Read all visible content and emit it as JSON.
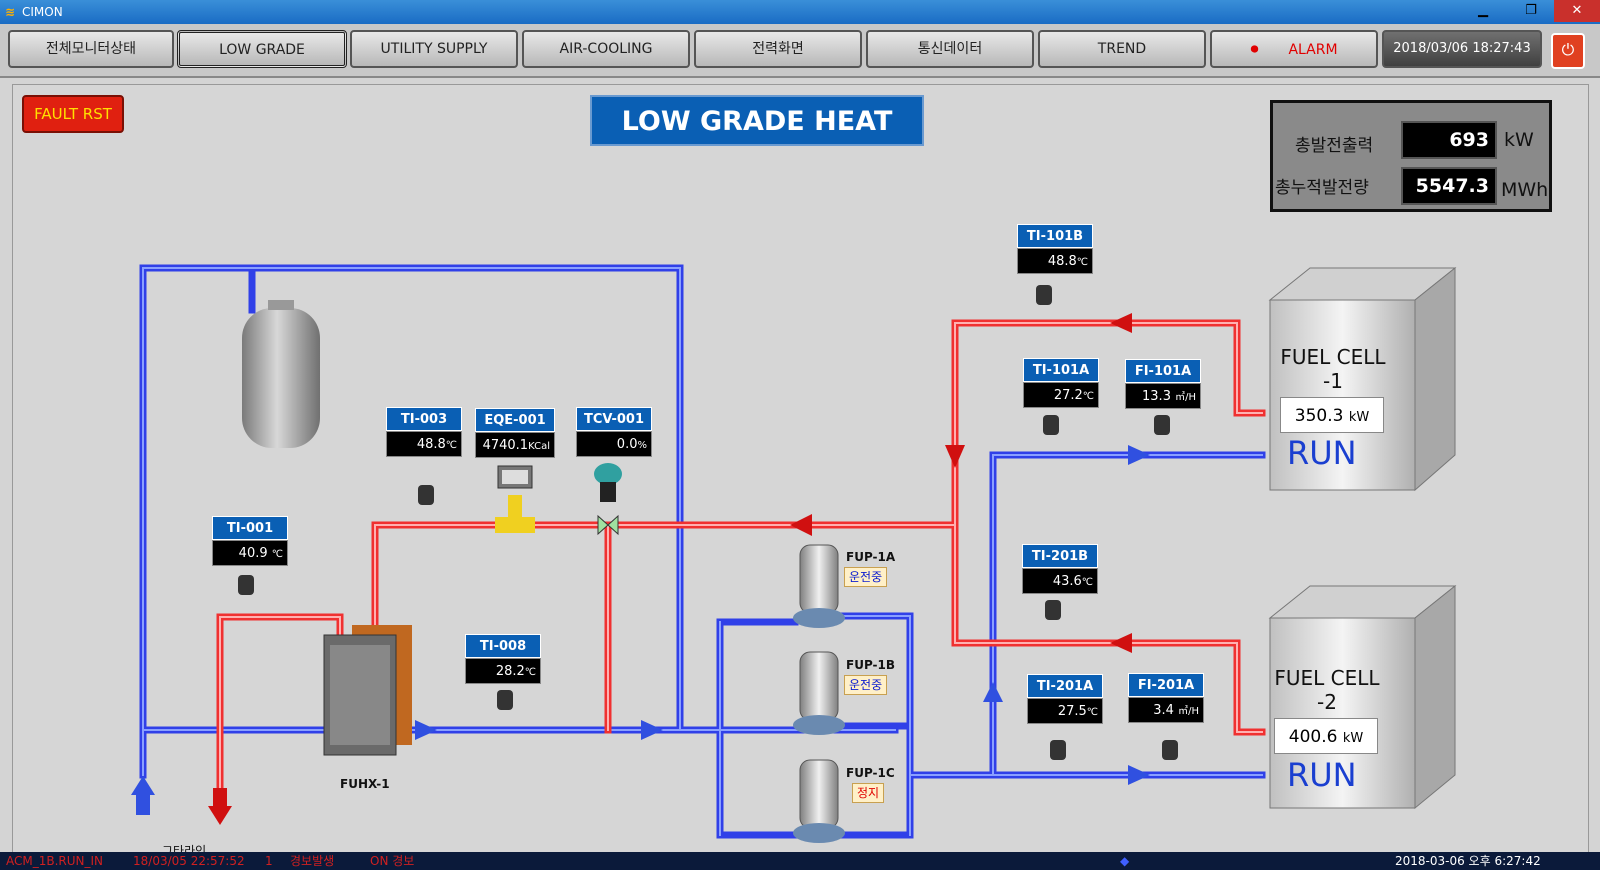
{
  "window": {
    "app_title": "CIMON",
    "min_icon": "minimize-icon",
    "max_icon": "restore-icon",
    "close_icon": "close-icon"
  },
  "menu": {
    "items": [
      "전체모니터상태",
      "LOW GRADE",
      "UTILITY SUPPLY",
      "AIR-COOLING",
      "전력화면",
      "통신데이터",
      "TREND"
    ],
    "alarm_label": "ALARM",
    "alarm_icon": "alarm-siren-icon",
    "datetime": "2018/03/06 18:27:43",
    "power_icon": "power-icon"
  },
  "main": {
    "fault_reset": "FAULT RST",
    "title": "LOW GRADE HEAT",
    "power_panel": {
      "total_output_label": "총발전출력",
      "total_output_value": "693",
      "total_output_unit": "kW",
      "cumulative_label": "총누적발전량",
      "cumulative_value": "5547.3",
      "cumulative_unit": "MWh"
    }
  },
  "tags": {
    "ti001": {
      "name": "TI-001",
      "value": "40.9",
      "unit": "℃"
    },
    "ti003": {
      "name": "TI-003",
      "value": "48.8",
      "unit": "℃"
    },
    "eqe001": {
      "name": "EQE-001",
      "value": "4740.1",
      "unit": "KCal"
    },
    "tcv001": {
      "name": "TCV-001",
      "value": "0.0",
      "unit": "%"
    },
    "ti008": {
      "name": "TI-008",
      "value": "28.2",
      "unit": "℃"
    },
    "ti101b": {
      "name": "TI-101B",
      "value": "48.8",
      "unit": "℃"
    },
    "ti101a": {
      "name": "TI-101A",
      "value": "27.2",
      "unit": "℃"
    },
    "fi101a": {
      "name": "FI-101A",
      "value": "13.3",
      "unit": "㎥/H"
    },
    "ti201b": {
      "name": "TI-201B",
      "value": "43.6",
      "unit": "℃"
    },
    "ti201a": {
      "name": "TI-201A",
      "value": "27.5",
      "unit": "℃"
    },
    "fi201a": {
      "name": "FI-201A",
      "value": "3.4",
      "unit": "㎥/H"
    }
  },
  "equipment": {
    "heat_exchanger": "FUHX-1",
    "pumps": [
      {
        "name": "FUP-1A",
        "status": "운전중"
      },
      {
        "name": "FUP-1B",
        "status": "운전중"
      },
      {
        "name": "FUP-1C",
        "status": "정지"
      }
    ],
    "fuel_cells": [
      {
        "title": "FUEL CELL -1",
        "output": "350.3",
        "unit": "kW",
        "state": "RUN"
      },
      {
        "title": "FUEL CELL -2",
        "output": "400.6",
        "unit": "kW",
        "state": "RUN"
      }
    ],
    "bottom_label": "그타라인"
  },
  "status_bar": {
    "tag": "ACM_1B.RUN_IN",
    "time": "18/03/05 22:57:52",
    "level": "1",
    "message": "경보발생",
    "state": "ON 경보",
    "clock": "2018-03-06 오후 6:27:42"
  },
  "colors": {
    "hot_pipe": "#f03030",
    "cold_pipe": "#3060f0",
    "tag_header": "#0a5fb4"
  }
}
